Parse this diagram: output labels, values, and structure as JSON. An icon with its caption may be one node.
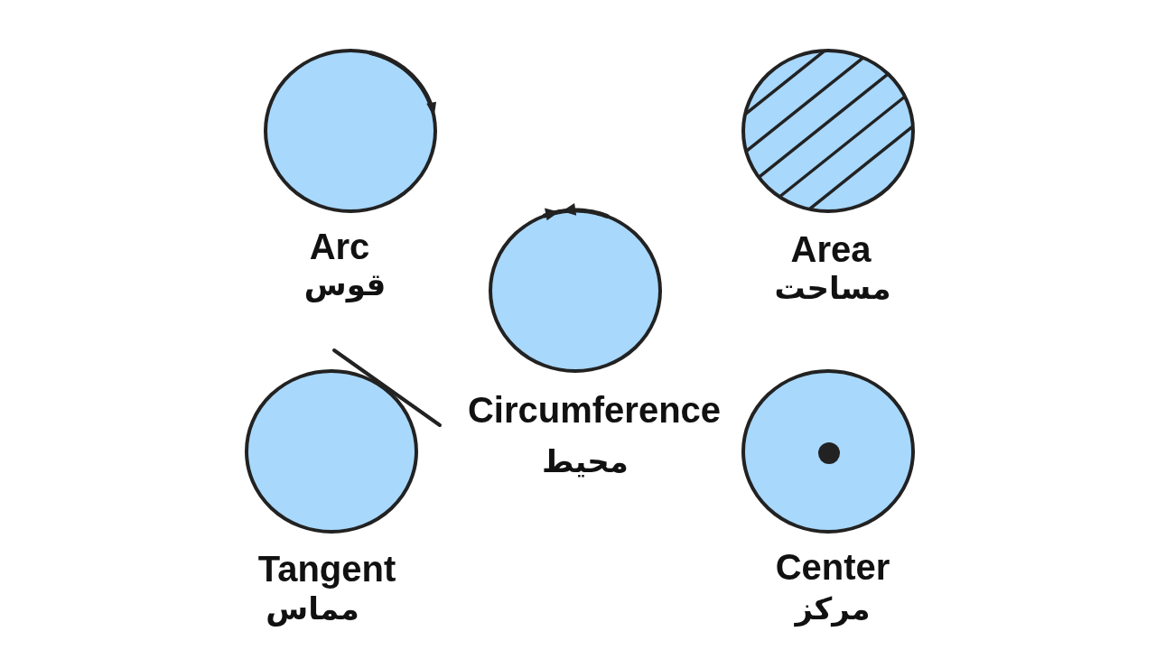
{
  "diagram": {
    "nodes": [
      {
        "text": [
          "Arc",
          "قوس"
        ]
      },
      {
        "text": [
          "Area",
          "مساحت"
        ]
      },
      {
        "text": [
          "Circumference",
          "محیط"
        ]
      },
      {
        "text": [
          "Tangent",
          "مماس"
        ]
      },
      {
        "text": [
          "Center",
          "مرکز"
        ]
      }
    ]
  }
}
